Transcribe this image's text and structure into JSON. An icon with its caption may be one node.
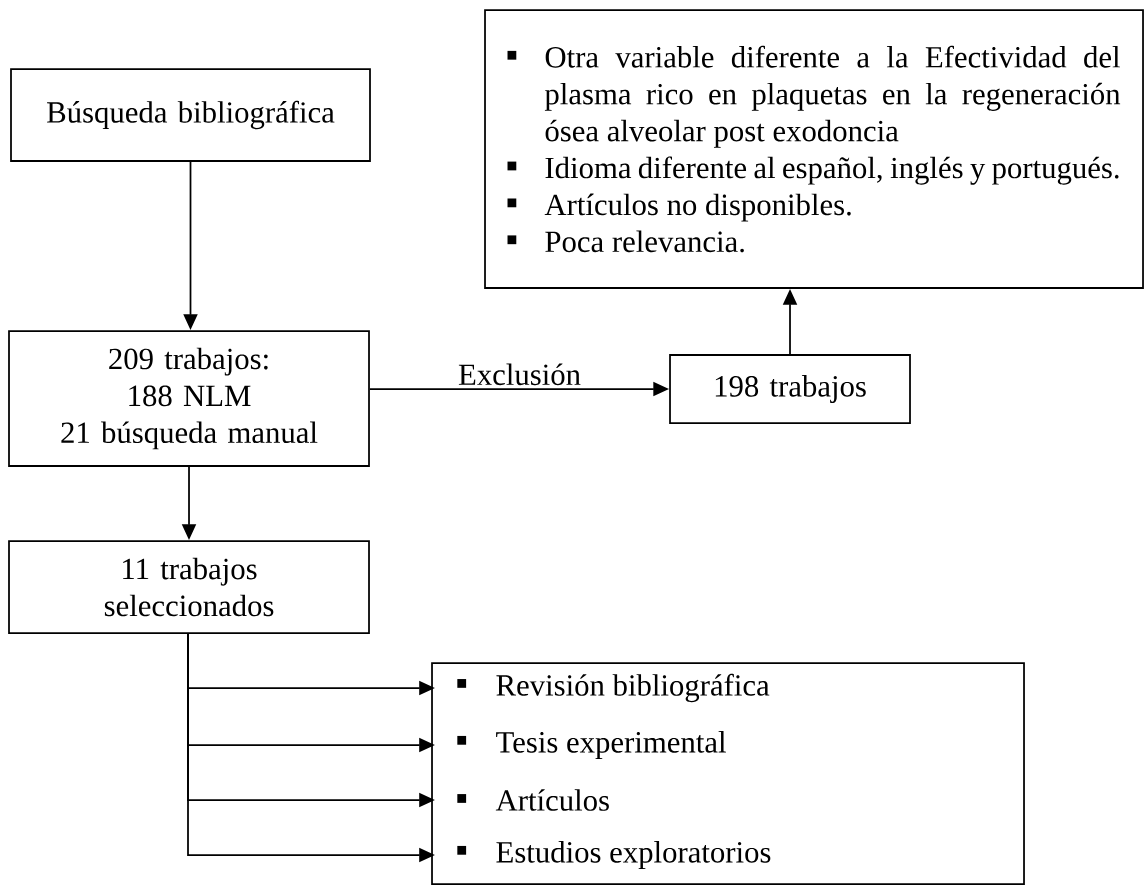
{
  "diagram": {
    "nodes": [
      {
        "text": [
          "Búsqueda bibliográfica"
        ]
      },
      {
        "text": [
          "209 trabajos:",
          "188 NLM",
          "21 búsqueda manual"
        ]
      },
      {
        "text": [
          "198 trabajos"
        ]
      },
      {
        "text": [
          "Otra variable diferente a la Efectividad del plasma rico en plaquetas en la regeneración ósea alveolar post exodoncia",
          "Idioma diferente al español, inglés y portugués.",
          "Artículos no disponibles.",
          "Poca relevancia."
        ]
      },
      {
        "text": [
          "11 trabajos seleccionados"
        ]
      },
      {
        "text": [],
        "shape": "box"
      },
      {
        "text": [
          "Revisión bibliográfica"
        ],
        "in": 5
      },
      {
        "text": [
          "Tesis experimental"
        ],
        "in": 5
      },
      {
        "text": [
          "Artículos"
        ],
        "in": 5
      },
      {
        "text": [
          "Estudios exploratorios"
        ],
        "in": 5
      }
    ],
    "edges": [
      {
        "from": 0,
        "to": 1,
        "arrow": "to"
      },
      {
        "from": 1,
        "to": 2,
        "arrow": "to",
        "label": "Exclusión"
      },
      {
        "from": 2,
        "to": 3,
        "arrow": "to"
      },
      {
        "from": 1,
        "to": 4,
        "arrow": "to"
      },
      {
        "from": 4,
        "to": 6,
        "arrow": "to"
      },
      {
        "from": 4,
        "to": 7,
        "arrow": "to"
      },
      {
        "from": 4,
        "to": 8,
        "arrow": "to"
      },
      {
        "from": 4,
        "to": 9,
        "arrow": "to"
      }
    ]
  }
}
